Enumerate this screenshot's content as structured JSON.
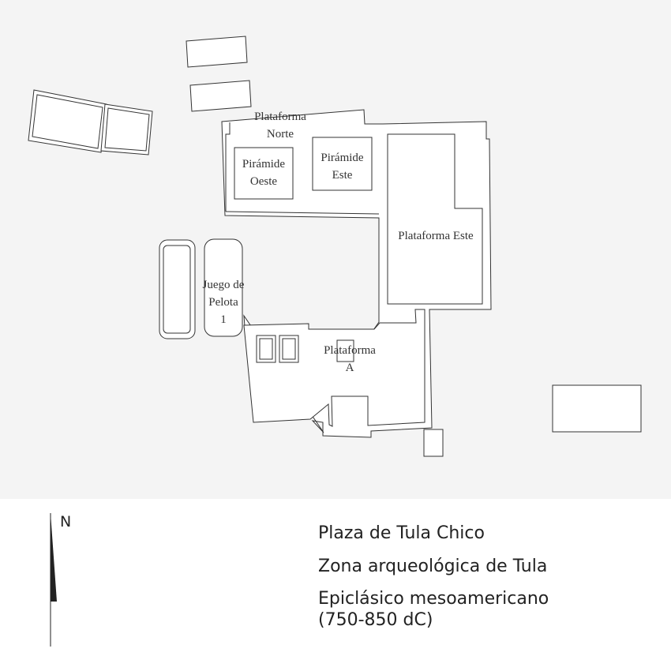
{
  "map": {
    "labels": {
      "plataforma_norte": [
        "Plataforma",
        "Norte"
      ],
      "piramide_oeste": [
        "Pirámide",
        "Oeste"
      ],
      "piramide_este": [
        "Pirámide",
        "Este"
      ],
      "plataforma_este": "Plataforma Este",
      "juego_de_pelota": [
        "Juego de",
        "Pelota",
        "1"
      ],
      "plataforma_a": [
        "Plataforma",
        "A"
      ]
    },
    "colors": {
      "background": "#f4f4f4",
      "structure_fill": "#ffffff",
      "outline": "#333333"
    }
  },
  "legend": {
    "north_label": "N",
    "title": "Plaza de Tula Chico",
    "subtitle": "Zona arqueológica de Tula",
    "period_line1": "Epiclásico mesoamericano",
    "period_line2": "(750-850 dC)"
  }
}
